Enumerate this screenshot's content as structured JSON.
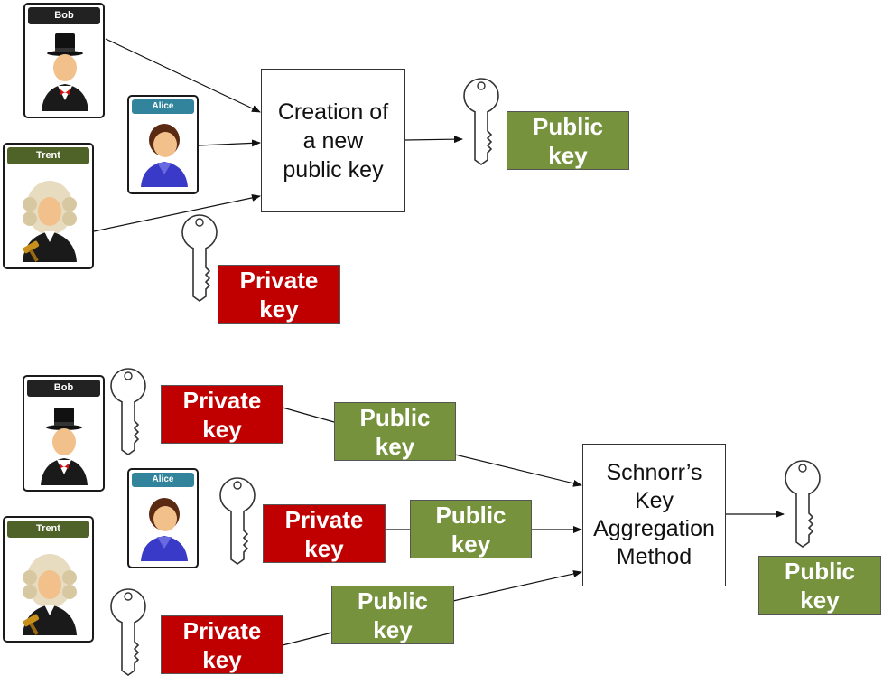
{
  "colors": {
    "private_key": "#c00000",
    "public_key": "#76923c",
    "bob_caption": "#222222",
    "alice_caption": "#31849b",
    "trent_caption": "#4f6228"
  },
  "top": {
    "participants": {
      "bob": "Bob",
      "alice": "Alice",
      "trent": "Trent"
    },
    "process_box": {
      "line1": "Creation of",
      "line2": "a new",
      "line3": "public key"
    },
    "public_key": {
      "line1": "Public",
      "line2": "key"
    },
    "private_key": {
      "line1": "Private",
      "line2": "key"
    }
  },
  "bottom": {
    "participants": {
      "bob": "Bob",
      "alice": "Alice",
      "trent": "Trent"
    },
    "private_keys": [
      {
        "line1": "Private",
        "line2": "key"
      },
      {
        "line1": "Private",
        "line2": "key"
      },
      {
        "line1": "Private",
        "line2": "key"
      }
    ],
    "public_keys": [
      {
        "line1": "Public",
        "line2": "key"
      },
      {
        "line1": "Public",
        "line2": "key"
      },
      {
        "line1": "Public",
        "line2": "key"
      }
    ],
    "process_box": {
      "line1": "Schnorr’s",
      "line2": "Key",
      "line3": "Aggregation",
      "line4": "Method"
    },
    "result_public_key": {
      "line1": "Public",
      "line2": "key"
    }
  }
}
